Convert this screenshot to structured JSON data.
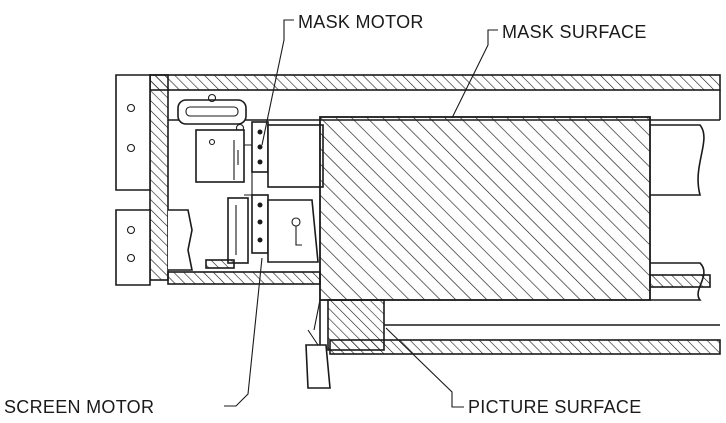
{
  "labels": {
    "mask_motor": "MASK MOTOR",
    "mask_surface": "MASK SURFACE",
    "screen_motor": "SCREEN MOTOR",
    "picture_surface": "PICTURE SURFACE"
  },
  "colors": {
    "ink": "#1a1a1a",
    "background": "#ffffff"
  }
}
